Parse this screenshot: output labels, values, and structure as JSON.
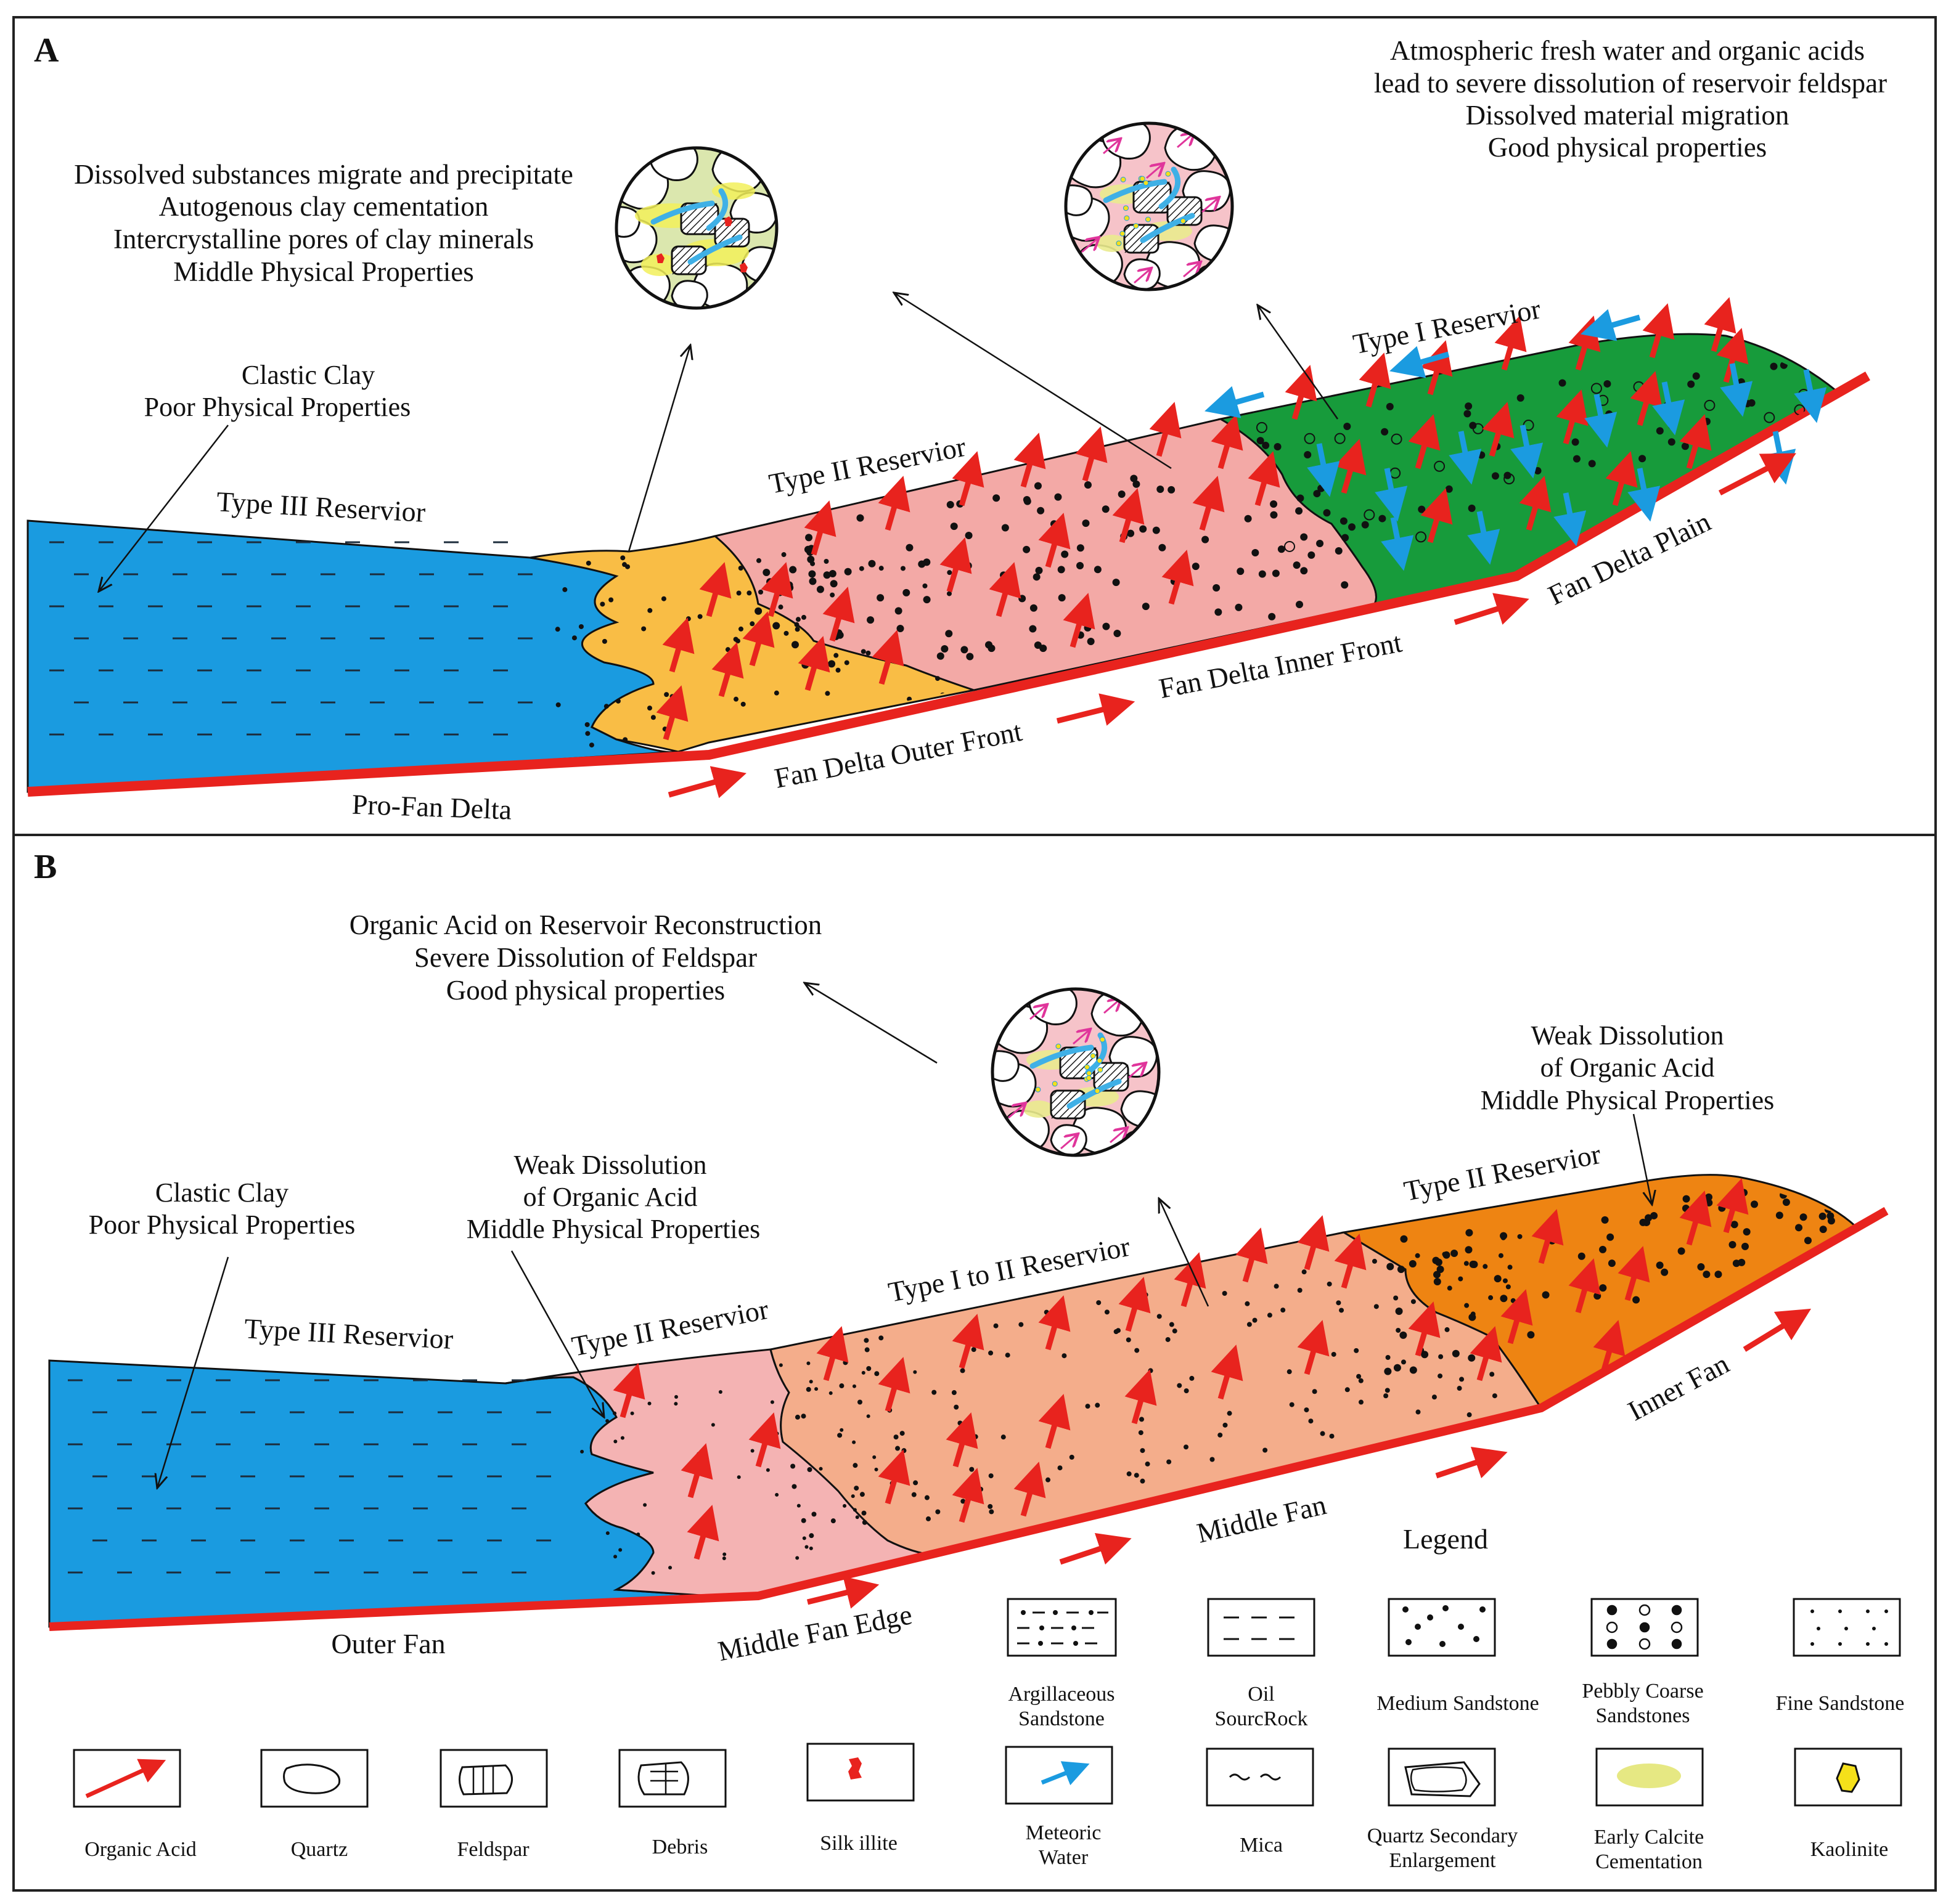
{
  "panelA": {
    "label": "A",
    "annotation_left": [
      "Dissolved substances migrate and precipitate",
      "Autogenous clay cementation",
      "Intercrystalline pores of clay minerals",
      "Middle Physical Properties"
    ],
    "annotation_right": [
      "Atmospheric fresh water and organic acids",
      "lead to severe dissolution of reservoir feldspar",
      "Dissolved material migration",
      "Good physical properties"
    ],
    "clay_note": [
      "Clastic Clay",
      "Poor Physical Properties"
    ],
    "type3": "Type III Reservior",
    "type2": "Type II Reservior",
    "type1": "Type I Reservior",
    "zones": {
      "pro": "Pro-Fan Delta",
      "outer": "Fan  Delta Outer Front",
      "inner": "Fan  Delta Inner Front",
      "plain": "Fan  Delta Plain"
    },
    "colors": {
      "clay": "#1a9be0",
      "outer_front": "#f9bd45",
      "inner_front": "#f3a9a6",
      "plain": "#179b3b"
    }
  },
  "panelB": {
    "label": "B",
    "annotation_top": [
      "Organic Acid  on Reservoir Reconstruction",
      "Severe Dissolution of Feldspar",
      "Good physical properties"
    ],
    "clay_note": [
      "Clastic Clay",
      "Poor Physical Properties"
    ],
    "weak_left": [
      "Weak Dissolution",
      "of Organic Acid",
      "Middle Physical Properties"
    ],
    "weak_right": [
      "Weak Dissolution",
      "of Organic Acid",
      "Middle Physical Properties"
    ],
    "type3": "Type III Reservior",
    "type2_left": "Type II Reservior",
    "type12": "Type I to II Reservior",
    "type2_right": "Type II Reservior",
    "zones": {
      "outer": "Outer Fan",
      "edge": "Middle Fan Edge",
      "middle": "Middle Fan",
      "inner": "Inner Fan"
    },
    "colors": {
      "clay": "#1a9be0",
      "edge": "#f4b3b3",
      "middle": "#f4ad8b",
      "inner": "#ee8412"
    }
  },
  "legend": {
    "title": "Legend",
    "items": [
      {
        "label": [
          "Argillaceous",
          "Sandstone"
        ],
        "icon": "argillaceous-sandstone-icon"
      },
      {
        "label": [
          "Oil",
          "SourcRock"
        ],
        "icon": "oil-source-rock-icon"
      },
      {
        "label": [
          "Medium Sandstone"
        ],
        "icon": "medium-sandstone-icon"
      },
      {
        "label": [
          "Pebbly Coarse",
          "Sandstones"
        ],
        "icon": "pebbly-coarse-sandstone-icon"
      },
      {
        "label": [
          "Fine Sandstone"
        ],
        "icon": "fine-sandstone-icon"
      },
      {
        "label": [
          "Organic Acid"
        ],
        "icon": "organic-acid-arrow-icon",
        "color": "#e8231e"
      },
      {
        "label": [
          "Quartz"
        ],
        "icon": "quartz-icon"
      },
      {
        "label": [
          "Feldspar"
        ],
        "icon": "feldspar-icon"
      },
      {
        "label": [
          "Debris"
        ],
        "icon": "debris-icon"
      },
      {
        "label": [
          "Silk illite"
        ],
        "icon": "silk-illite-icon",
        "color": "#e8231e"
      },
      {
        "label": [
          "Meteoric",
          "Water"
        ],
        "icon": "meteoric-water-arrow-icon",
        "color": "#1b9be0"
      },
      {
        "label": [
          "Mica"
        ],
        "icon": "mica-icon"
      },
      {
        "label": [
          "Quartz Secondary",
          "Enlargement"
        ],
        "icon": "quartz-secondary-enlargement-icon"
      },
      {
        "label": [
          "Early Calcite",
          "Cementation"
        ],
        "icon": "early-calcite-cementation-icon",
        "color": "#e6e883"
      },
      {
        "label": [
          "Kaolinite"
        ],
        "icon": "kaolinite-icon",
        "color": "#f5e01a"
      }
    ]
  }
}
